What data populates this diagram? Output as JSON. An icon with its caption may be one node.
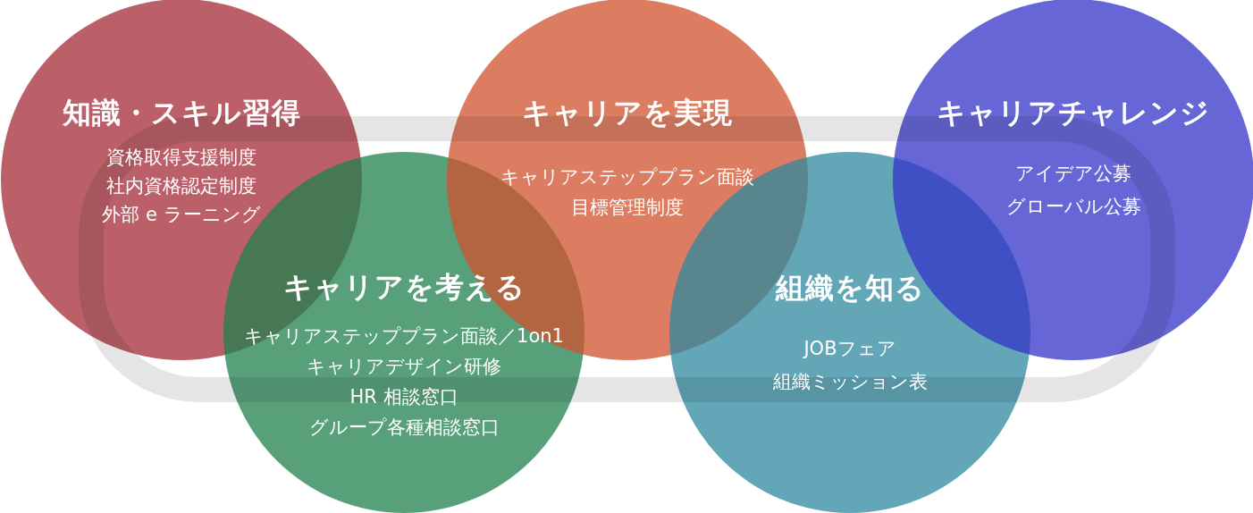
{
  "diagram": {
    "nodes": [
      {
        "text": [
          "知識・スキル習得",
          "資格取得支援制度",
          "社内資格認定制度",
          "外部 e ラーニング"
        ]
      },
      {
        "text": [
          "キャリアを考える",
          "キャリアステッププラン面談／1on1",
          "キャリアデザイン研修",
          "HR 相談窓口",
          "グループ各種相談窓口"
        ]
      },
      {
        "text": [
          "キャリアを実現",
          "キャリアステッププラン面談",
          "目標管理制度"
        ]
      },
      {
        "text": [
          "組織を知る",
          "JOBフェア",
          "組織ミッション表"
        ]
      },
      {
        "text": [
          "キャリアチャレンジ",
          "アイデア公募",
          "グローバル公募"
        ]
      }
    ]
  }
}
